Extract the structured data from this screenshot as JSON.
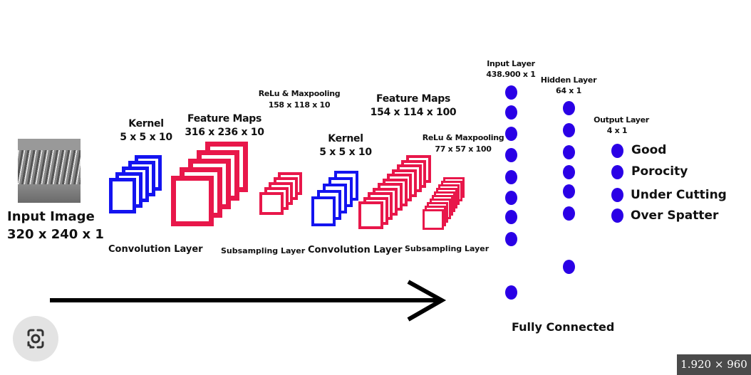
{
  "input": {
    "title": "Input Image",
    "size": "320 x 240 x 1"
  },
  "kernel1": {
    "title": "Kernel",
    "size": "5 x 5 x 10"
  },
  "feature1": {
    "title": "Feature Maps",
    "size": "316 x 236 x 10"
  },
  "pool1": {
    "title": "ReLu & Maxpooling",
    "size": "158 x 118 x 10"
  },
  "kernel2": {
    "title": "Kernel",
    "size": "5 x 5 x 10"
  },
  "feature2": {
    "title": "Feature Maps",
    "size": "154 x 114 x 100"
  },
  "pool2": {
    "title": "ReLu & Maxpooling",
    "size": "77 x 57 x 100"
  },
  "stage_labels": [
    "Convolution Layer",
    "Subsampling Layer",
    "Convolution Layer",
    "Subsampling Layer"
  ],
  "fc": {
    "input_layer": {
      "title": "Input Layer",
      "size": "438.900 x 1"
    },
    "hidden_layer": {
      "title": "Hidden Layer",
      "size": "64 x 1"
    },
    "output_layer": {
      "title": "Output Layer",
      "size": "4 x 1"
    },
    "outputs": [
      "Good",
      "Porocity",
      "Under Cutting",
      "Over Spatter"
    ],
    "label": "Fully Connected"
  },
  "colors": {
    "kernel": "#1414f0",
    "feature": "#e8174a",
    "neuron": "#2a00e6"
  },
  "viewer": {
    "lens_icon": "google-lens-icon",
    "dimensions": "1.920 × 960"
  }
}
